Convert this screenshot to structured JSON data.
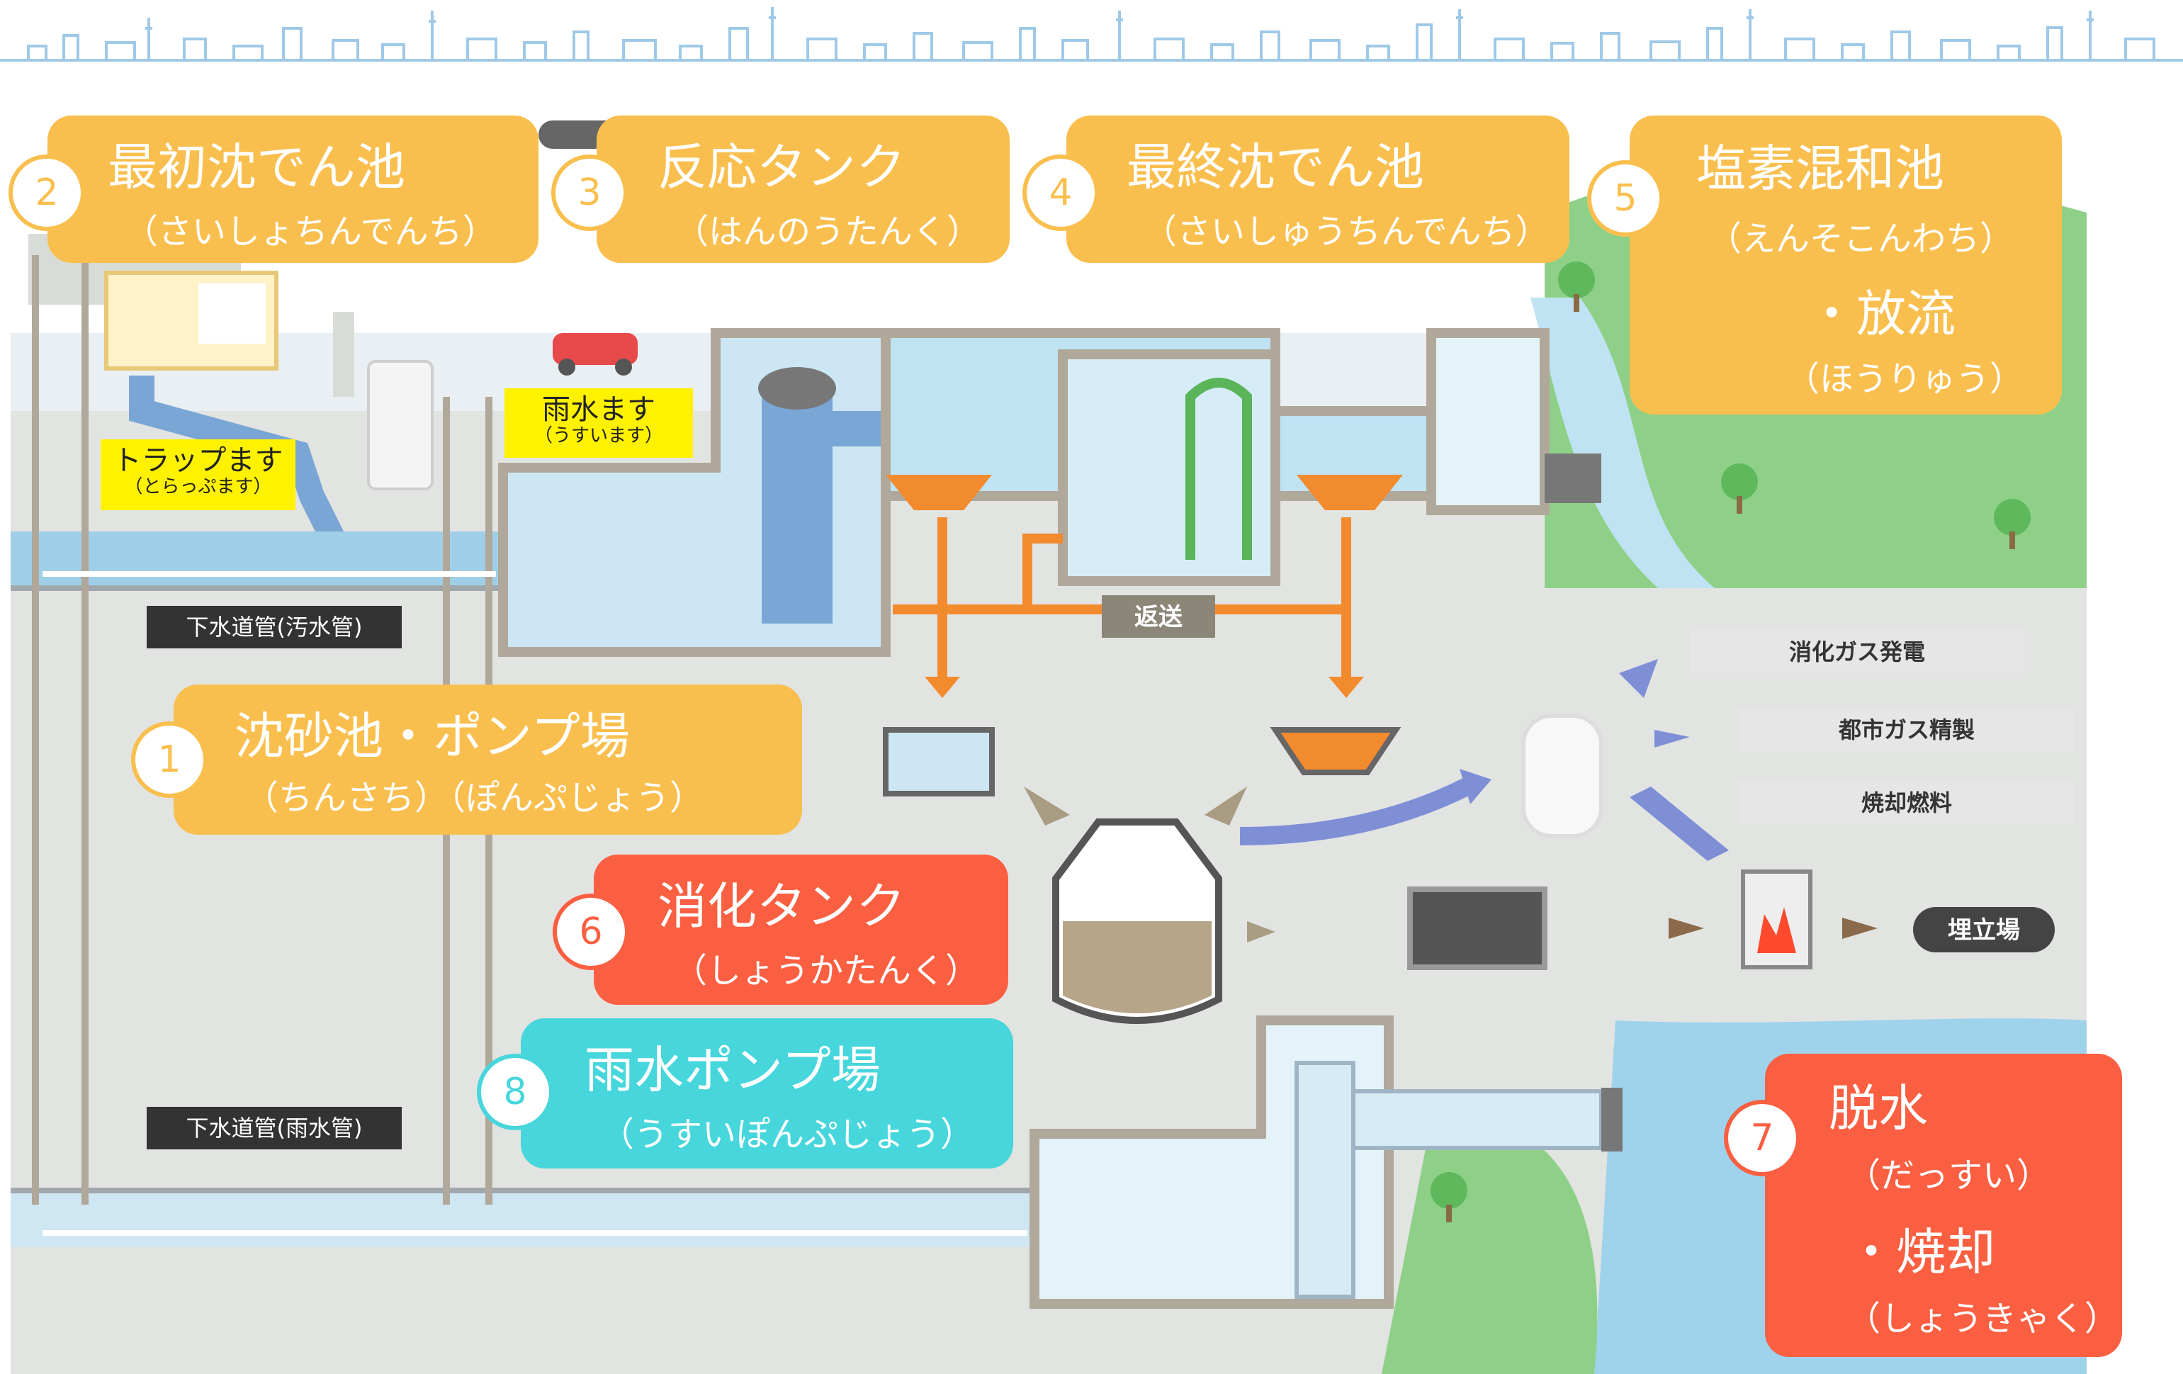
{
  "callouts": [
    {
      "num": "1",
      "title": "沈砂池・ポンプ場",
      "reading": "（ちんさち）（ぽんぷじょう）"
    },
    {
      "num": "2",
      "title": "最初沈でん池",
      "reading": "（さいしょちんでんち）"
    },
    {
      "num": "3",
      "title": "反応タンク",
      "reading": "（はんのうたんく）"
    },
    {
      "num": "4",
      "title": "最終沈でん池",
      "reading": "（さいしゅうちんでんち）"
    },
    {
      "num": "5",
      "title": "塩素混和池",
      "reading": "（えんそこんわち）",
      "title2": "・放流",
      "reading2": "（ほうりゅう）"
    },
    {
      "num": "6",
      "title": "消化タンク",
      "reading": "（しょうかたんく）"
    },
    {
      "num": "7",
      "title": "脱水",
      "reading": "（だっすい）",
      "title2": "・焼却",
      "reading2": "（しょうきゃく）"
    },
    {
      "num": "8",
      "title": "雨水ポンプ場",
      "reading": "（うすいぽんぷじょう）"
    }
  ],
  "yellow_labels": {
    "trap": {
      "main": "トラップます",
      "sub": "（とらっぷます）"
    },
    "rain": {
      "main": "雨水ます",
      "sub": "（うすいます）"
    }
  },
  "pipe_labels": {
    "sewage": "下水道管(汚水管)",
    "storm": "下水道管(雨水管)"
  },
  "return_label": "返送",
  "outputs": [
    "消化ガス発電",
    "都市ガス精製",
    "焼却燃料"
  ],
  "landfill": "埋立場",
  "colors": {
    "orange": "#f9bf4e",
    "red": "#fb5f41",
    "cyan": "#46d6dc",
    "water": "#9fcfe8",
    "pipe": "#7aa6d6",
    "sludge": "#f28a2e",
    "wall": "#b0a89a",
    "green": "#8fd089"
  }
}
